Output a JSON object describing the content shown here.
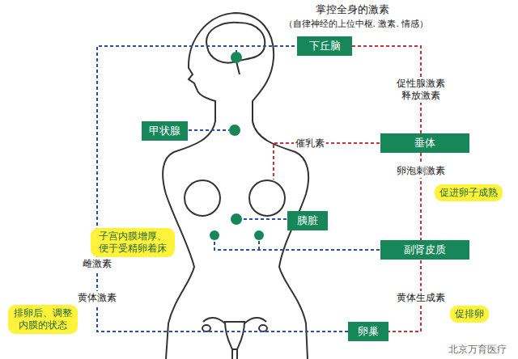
{
  "diagram": {
    "title": "掌控全身的激素",
    "nodes": [
      {
        "text": [
          "下丘脑"
        ]
      },
      {
        "text": [
          "甲状腺"
        ]
      },
      {
        "text": [
          "垂体"
        ]
      },
      {
        "text": [
          "促进卵子成熟"
        ]
      },
      {
        "text": [
          "胰脏"
        ]
      },
      {
        "text": [
          "子宫内膜增厚、便于受精卵着床"
        ]
      },
      {
        "text": [
          "副肾皮质"
        ]
      },
      {
        "text": [
          "排卵后、调整内膜的状态"
        ]
      },
      {
        "text": [
          "促排卵"
        ]
      },
      {
        "text": [
          "卵巢"
        ]
      }
    ],
    "edges": [
      {
        "from": 0,
        "to": 2,
        "arrow": "none"
      },
      {
        "from": 2,
        "to": 9,
        "arrow": "none"
      },
      {
        "from": 9,
        "to": 0,
        "arrow": "none"
      }
    ],
    "labels": [
      "（自律神经的上位中枢. 激素. 情感）",
      "促性腺激素释放激素",
      "催乳素",
      "卵泡刺激素",
      "雌激素",
      "黄体激素",
      "黄体生成素",
      "北京万育医疗"
    ]
  }
}
